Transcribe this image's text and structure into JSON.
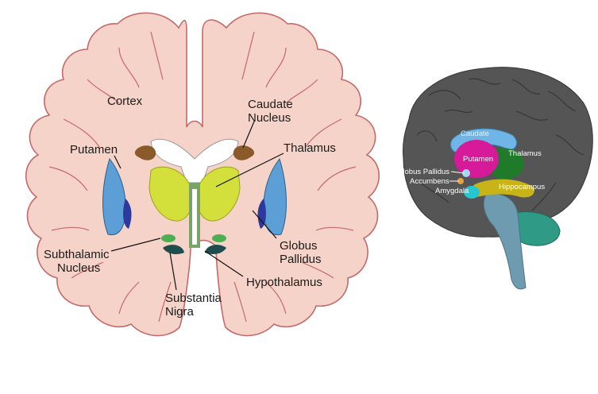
{
  "coronal_section": {
    "labels": {
      "cortex": "Cortex",
      "caudate_line1": "Caudate",
      "caudate_line2": "Nucleus",
      "putamen": "Putamen",
      "thalamus": "Thalamus",
      "subthalamic_line1": "Subthalamic",
      "subthalamic_line2": "Nucleus",
      "substantia_line1": "Substantia",
      "substantia_line2": "Nigra",
      "hypothalamus": "Hypothalamus",
      "globus_line1": "Globus",
      "globus_line2": "Pallidus"
    },
    "colors": {
      "cortex": "#f6d3c8",
      "cortex_outline": "#c46a6a",
      "caudate": "#8b5a2b",
      "putamen": "#5b9fd6",
      "globus_pallidus": "#2b3a9c",
      "thalamus": "#d3e03c",
      "subthalamic": "#4caf50",
      "substantia_nigra": "#1f4d4d",
      "midline": "#7aa36a"
    }
  },
  "sagittal_3d": {
    "labels": {
      "caudate": "Caudate",
      "putamen": "Putamen",
      "thalamus": "Thalamus",
      "globus_pallidus": "Globus Pallidus",
      "accumbens": "Accumbens",
      "amygdala": "Amygdala",
      "hippocampus": "Hippocampus"
    },
    "colors": {
      "cortex": "#555555",
      "caudate": "#6fb6e6",
      "putamen": "#d61a9a",
      "thalamus": "#1f7a2a",
      "hippocampus": "#c8b418",
      "amygdala": "#26c6d0",
      "brainstem": "#6f9bb0",
      "cerebellum": "#2f9a86"
    }
  }
}
